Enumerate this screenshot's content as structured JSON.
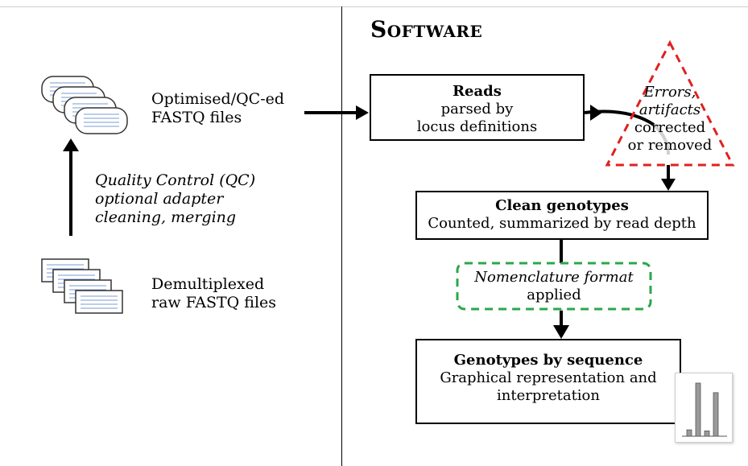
{
  "software": {
    "title": "Software"
  },
  "left": {
    "qc_files_label": [
      "Optimised/QC-ed",
      "FASTQ files"
    ],
    "qc_step_label": [
      "Quality Control (QC)",
      "optional adapter",
      "cleaning, merging"
    ],
    "raw_files_label": [
      "Demultiplexed",
      "raw FASTQ files"
    ]
  },
  "reads_box": {
    "title": "Reads",
    "lines": [
      "parsed by",
      "locus definitions"
    ]
  },
  "errors_triangle": {
    "italic_lines": [
      "Errors,",
      "artifacts"
    ],
    "lines": [
      "corrected",
      "or removed"
    ],
    "color": "#e02020"
  },
  "clean_box": {
    "title": "Clean genotypes",
    "line": "Counted, summarized by read depth"
  },
  "nomenclature_box": {
    "italic_line": "Nomenclature format",
    "line": "applied",
    "color": "#2aa84a"
  },
  "genotypes_box": {
    "title": "Genotypes by sequence",
    "lines": [
      "Graphical representation and",
      "interpretation"
    ]
  },
  "mini_chart": {
    "bars": [
      0.12,
      1.0,
      0.1,
      0.82
    ]
  }
}
